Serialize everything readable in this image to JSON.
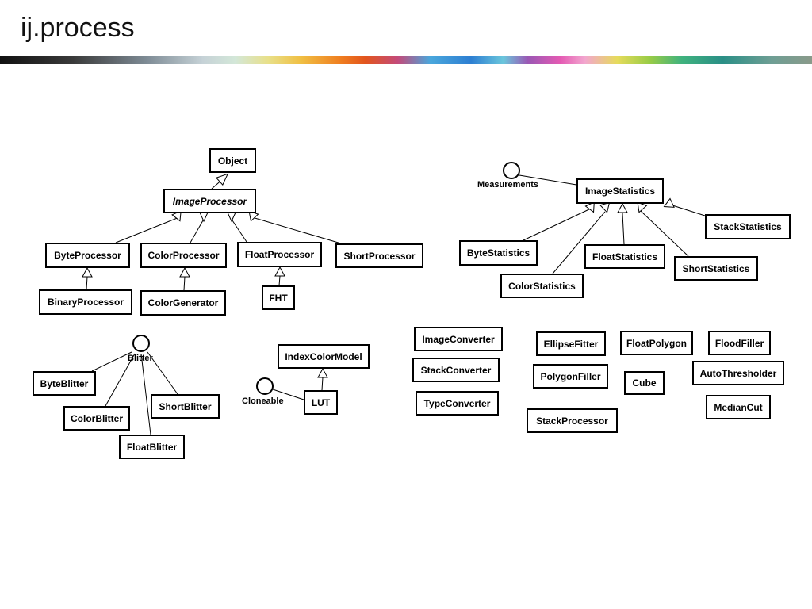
{
  "title": "ij.process",
  "nodes": {
    "object": "Object",
    "image_processor": "ImageProcessor",
    "byte_processor": "ByteProcessor",
    "color_processor": "ColorProcessor",
    "float_processor": "FloatProcessor",
    "short_processor": "ShortProcessor",
    "binary_processor": "BinaryProcessor",
    "color_generator": "ColorGenerator",
    "fht": "FHT",
    "image_statistics": "ImageStatistics",
    "stack_statistics": "StackStatistics",
    "byte_statistics": "ByteStatistics",
    "float_statistics": "FloatStatistics",
    "short_statistics": "ShortStatistics",
    "color_statistics": "ColorStatistics",
    "byte_blitter": "ByteBlitter",
    "color_blitter": "ColorBlitter",
    "short_blitter": "ShortBlitter",
    "float_blitter": "FloatBlitter",
    "index_color_model": "IndexColorModel",
    "lut": "LUT",
    "image_converter": "ImageConverter",
    "stack_converter": "StackConverter",
    "type_converter": "TypeConverter",
    "ellipse_fitter": "EllipseFitter",
    "float_polygon": "FloatPolygon",
    "flood_filler": "FloodFiller",
    "polygon_filler": "PolygonFiller",
    "cube": "Cube",
    "auto_thresholder": "AutoThresholder",
    "median_cut": "MedianCut",
    "stack_processor": "StackProcessor"
  },
  "interfaces": {
    "measurements": "Measurements",
    "blitter": "Blitter",
    "cloneable": "Cloneable"
  }
}
